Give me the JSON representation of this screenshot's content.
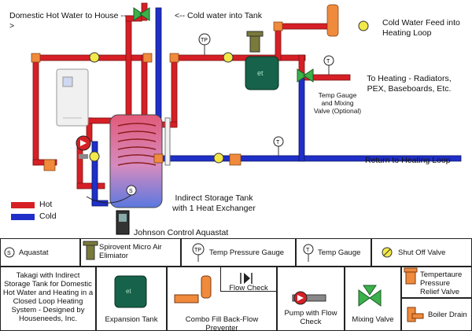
{
  "labels": {
    "dhw_to_house": "Domestic Hot Water to House -->",
    "cold_into_tank": "<-- Cold water into Tank",
    "cold_feed": "Cold Water Feed into Heating Loop",
    "to_heating": "To Heating - Radiators, PEX, Baseboards, Etc.",
    "temp_gauge_mixing": "Temp Gauge and Mixing Valve (Optional)",
    "return_loop": "Return to Heating Loop",
    "tank": "Indirect Storage Tank with 1 Heat Exchanger",
    "johnson": "Johnson Control Aquastat",
    "hot": "Hot",
    "cold": "Cold"
  },
  "icons": {
    "tp_letters": "TP",
    "t_letter": "T",
    "s_letter": "S",
    "et_letters": "et"
  },
  "key": {
    "aquastat": "Aquastat",
    "spirovent": "Spirovent Micro Air Elimiator",
    "tp_gauge": "Temp Pressure Gauge",
    "temp_gauge": "Temp Gauge",
    "shut_off": "Shut Off Valve",
    "description": "Takagi    with Indirect Storage Tank for Domestic Hot Water and Heating in a Closed Loop Heating System - Designed by Houseneeds, Inc.",
    "expansion_tank": "Expansion Tank",
    "combo_fill": "Combo Fill Back-Flow Preventer",
    "flow_check": "Flow Check",
    "pump_flow_check": "Pump with Flow Check",
    "mixing_valve": "Mixing Valve",
    "relief_valve": "Tempertaure Pressure Relief Valve",
    "boiler_drain": "Boiler Drain"
  },
  "colors": {
    "hot_pipe": "#d61f26",
    "cold_pipe": "#1f2fc8",
    "fitting": "#f08a3c",
    "gauge_yellow": "#f2e84a",
    "mixing_green": "#3cb04a",
    "tank_dark": "#16624a"
  }
}
